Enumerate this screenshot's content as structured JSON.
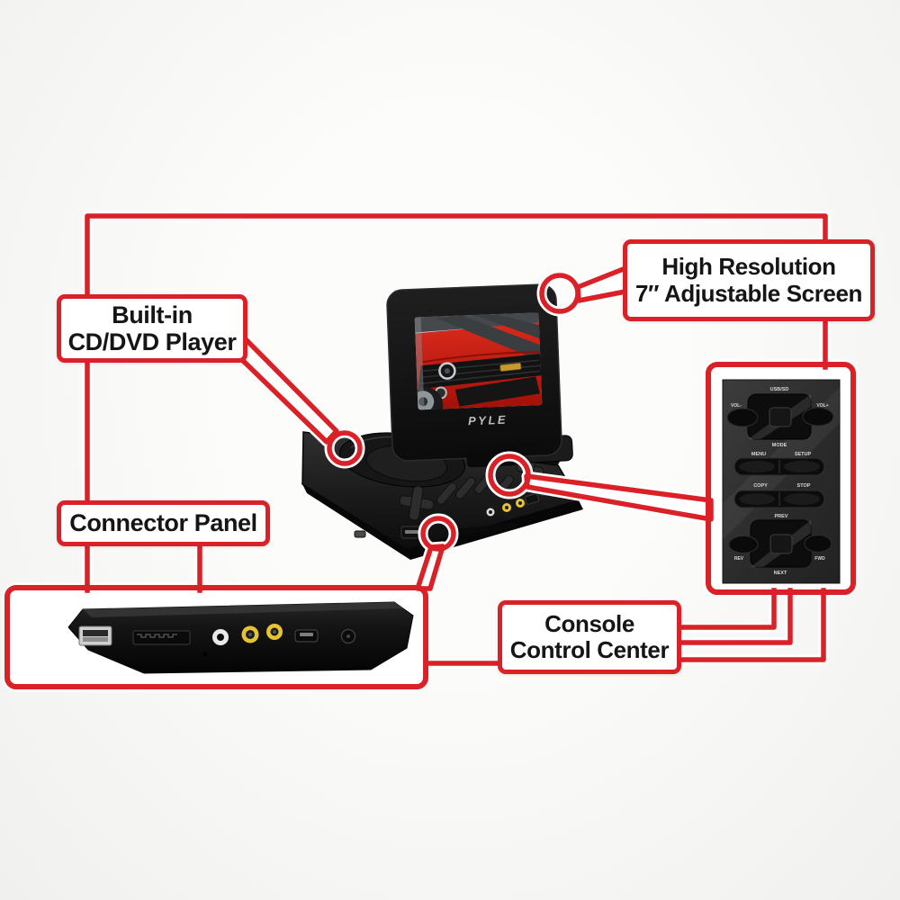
{
  "callouts": {
    "cd_dvd": {
      "line1": "Built-in",
      "line2": "CD/DVD Player"
    },
    "screen": {
      "line1": "High Resolution",
      "line2": "7″ Adjustable Screen"
    },
    "connector_panel": {
      "label": "Connector Panel"
    },
    "console": {
      "line1": "Console",
      "line2": "Control Center"
    }
  },
  "device": {
    "brand": "PYLE"
  },
  "control_panel": {
    "usb_sd": "USB/SD",
    "vol_minus": "VOL-",
    "vol_plus": "VOL+",
    "mode": "MODE",
    "menu": "MENU",
    "setup": "SETUP",
    "copy": "COPY",
    "stop": "STOP",
    "prev": "PREV",
    "rev": "REV",
    "fwd": "FWD",
    "next": "NEXT"
  },
  "colors": {
    "callout_red": "#d92127",
    "rca_yellow": "#e6c431",
    "car_red": "#cc2015"
  }
}
